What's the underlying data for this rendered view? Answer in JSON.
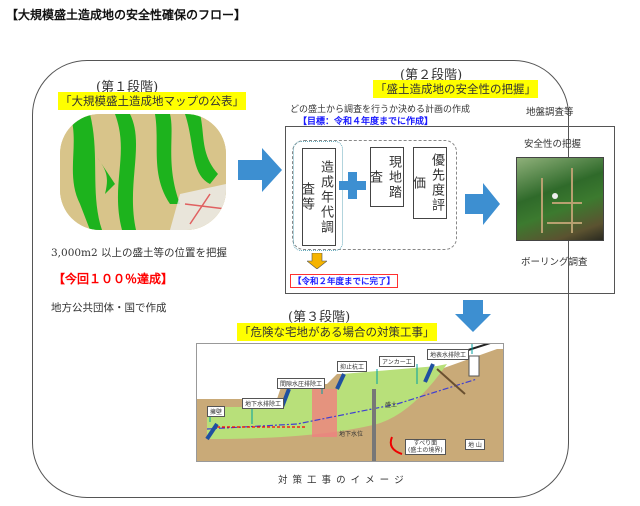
{
  "title": "【大規模盛土造成地の安全性確保のフロー】",
  "stage1": {
    "heading": "(第１段階)",
    "highlight": "「大規模盛土造成地マップの公表」",
    "caption": "3,000m2 以上の盛土等の位置を把握",
    "achievement": "【今回１００％達成】",
    "maker": "地方公共団体・国で作成"
  },
  "stage2": {
    "heading": "(第２段階)",
    "highlight": "「盛土造成地の安全性の把握」",
    "plan": "どの盛土から調査を行うか決める計画の作成",
    "goal": "【目標：令和４年度までに作成】",
    "ground_survey": "地盤調査等",
    "box1": "造成年代調査等",
    "box2": "現地踏査",
    "box3": "優先度評価",
    "done": "【令和２年度までに完了】",
    "safety": "安全性の把握",
    "boring": "ボーリング調査"
  },
  "stage3": {
    "heading": "(第３段階)",
    "highlight": "「危険な宅地がある場合の対策工事」",
    "labels": {
      "retaining_wall": "擁壁",
      "groundwater_drain": "地下水排除工",
      "pore_pressure": "間隙水圧排除工",
      "pile": "抑止杭工",
      "anchor": "アンカー工",
      "surface_drain": "地表水排除工",
      "fill": "盛土",
      "water_level": "地下水位",
      "slip_surface": "すべり面",
      "slip_sub": "(盛土の境界)",
      "ground": "地 山"
    },
    "caption": "対 策 工 事 の イ メ ー ジ"
  },
  "colors": {
    "arrow": "#3d8fd1",
    "highlight": "#ffff00",
    "red": "#ff0000",
    "blue": "#1a1aff"
  }
}
